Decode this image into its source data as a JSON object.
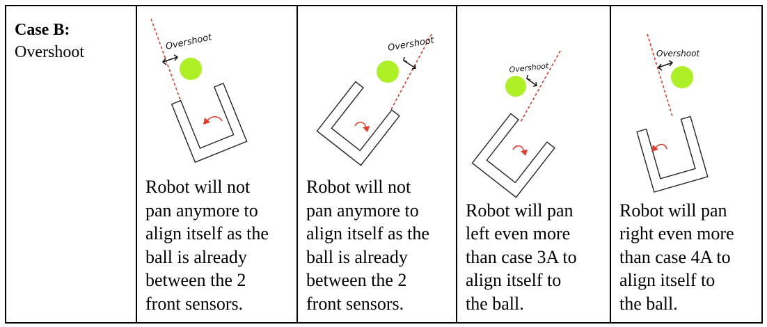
{
  "case": {
    "title": "Case B:",
    "subtitle": "Overshoot"
  },
  "colors": {
    "ball": "#aef026",
    "trajectory": "#e53a2a",
    "arrow": "#e53a2a",
    "robot_outline": "#222222"
  },
  "icons": {
    "ball": "tennis-ball-icon",
    "robot": "u-shaped-robot-icon",
    "turn_arrow": "curved-turn-arrow-icon",
    "overshoot_arrow": "double-headed-arrow-icon"
  },
  "panels": [
    {
      "annotation": "Overshoot",
      "lines": [
        "Robot will not",
        "pan anymore to",
        "align itself as the",
        "ball is already",
        "between the 2",
        "front sensors."
      ]
    },
    {
      "annotation": "Overshoot",
      "lines": [
        "Robot will not",
        "pan anymore to",
        "align itself as the",
        "ball is already",
        "between the 2",
        "front sensors."
      ]
    },
    {
      "annotation": "Overshoot",
      "lines": [
        "Robot will pan",
        "left even more",
        "than case 3A to",
        "align itself to",
        "the ball."
      ]
    },
    {
      "annotation": "Overshoot",
      "lines": [
        "Robot will pan",
        "right even more",
        "than case 4A to",
        "align itself to",
        "the ball."
      ]
    }
  ]
}
